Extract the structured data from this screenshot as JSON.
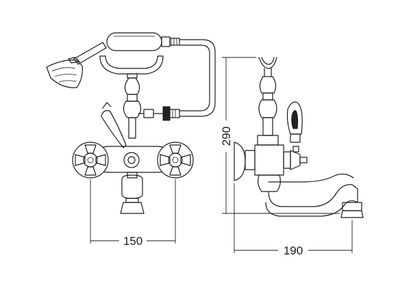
{
  "dimensions": {
    "width_label": "150",
    "depth_label": "190",
    "height_label": "290"
  },
  "colors": {
    "line": "#1a1a1a",
    "background": "#ffffff"
  }
}
